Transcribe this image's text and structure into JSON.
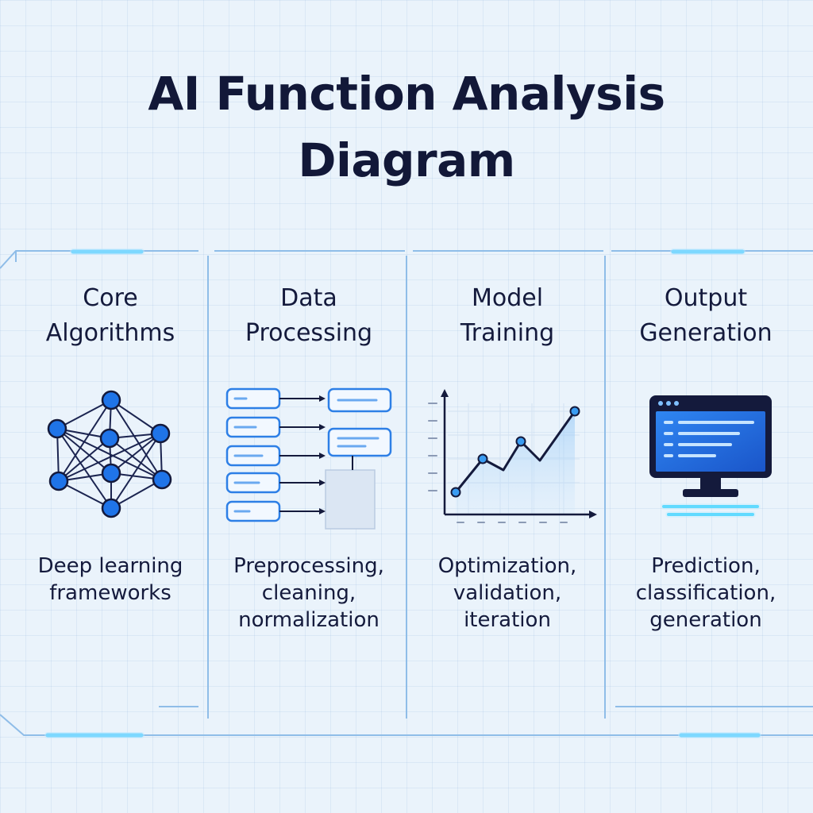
{
  "title": {
    "line1": "AI Function Analysis",
    "line2": "Diagram"
  },
  "panels": [
    {
      "heading": [
        "Core",
        "Algorithms"
      ],
      "description": [
        "Deep learning",
        "frameworks"
      ],
      "icon": "neural-network-icon"
    },
    {
      "heading": [
        "Data",
        "Processing"
      ],
      "description": [
        "Preprocessing,",
        "cleaning,",
        "normalization"
      ],
      "icon": "data-pipeline-icon"
    },
    {
      "heading": [
        "Model",
        "Training"
      ],
      "description": [
        "Optimization,",
        "validation,",
        "iteration"
      ],
      "icon": "line-chart-icon"
    },
    {
      "heading": [
        "Output",
        "Generation"
      ],
      "description": [
        "Prediction,",
        "classification,",
        "generation"
      ],
      "icon": "monitor-icon"
    }
  ],
  "colors": {
    "background": "#eaf3fb",
    "accent": "#2a8cf0",
    "glow": "#3ad4ff",
    "node": "#1f74e8",
    "text": "#141a3c"
  }
}
